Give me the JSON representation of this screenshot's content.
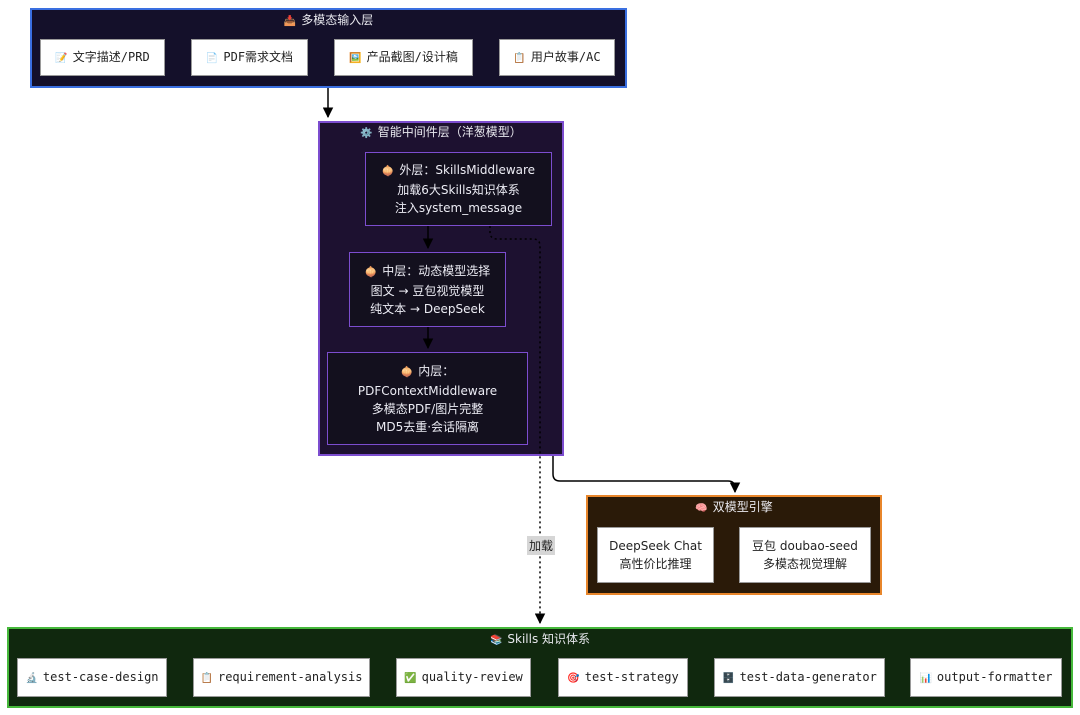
{
  "input_layer": {
    "title_icon": "📥",
    "title": "多模态输入层",
    "items": [
      {
        "icon": "📝",
        "label": "文字描述/PRD"
      },
      {
        "icon": "📄",
        "label": "PDF需求文档"
      },
      {
        "icon": "🖼️",
        "label": "产品截图/设计稿"
      },
      {
        "icon": "📋",
        "label": "用户故事/AC"
      }
    ]
  },
  "middleware_layer": {
    "title_icon": "⚙️",
    "title": "智能中间件层（洋葱模型）",
    "outer": {
      "icon": "🧅",
      "lines": [
        "外层：SkillsMiddleware",
        "加载6大Skills知识体系",
        "注入system_message"
      ]
    },
    "middle": {
      "icon": "🧅",
      "lines": [
        "中层：动态模型选择",
        "图文 → 豆包视觉模型",
        "纯文本 → DeepSeek"
      ]
    },
    "inner": {
      "icon": "🧅",
      "lines": [
        "内层：",
        "PDFContextMiddleware",
        "多模态PDF/图片完整",
        "MD5去重·会话隔离"
      ]
    }
  },
  "engine": {
    "title_icon": "🧠",
    "title": "双模型引擎",
    "models": [
      {
        "lines": [
          "DeepSeek Chat",
          "高性价比推理"
        ]
      },
      {
        "lines": [
          "豆包 doubao-seed",
          "多模态视觉理解"
        ]
      }
    ]
  },
  "edge_label": "加载",
  "skills": {
    "title_icon": "📚",
    "title": "Skills 知识体系",
    "items": [
      {
        "icon": "🔬",
        "label": "test-case-design"
      },
      {
        "icon": "📋",
        "label": "requirement-analysis"
      },
      {
        "icon": "✅",
        "label": "quality-review"
      },
      {
        "icon": "🎯",
        "label": "test-strategy"
      },
      {
        "icon": "🗄️",
        "label": "test-data-generator"
      },
      {
        "icon": "📊",
        "label": "output-formatter"
      }
    ]
  }
}
